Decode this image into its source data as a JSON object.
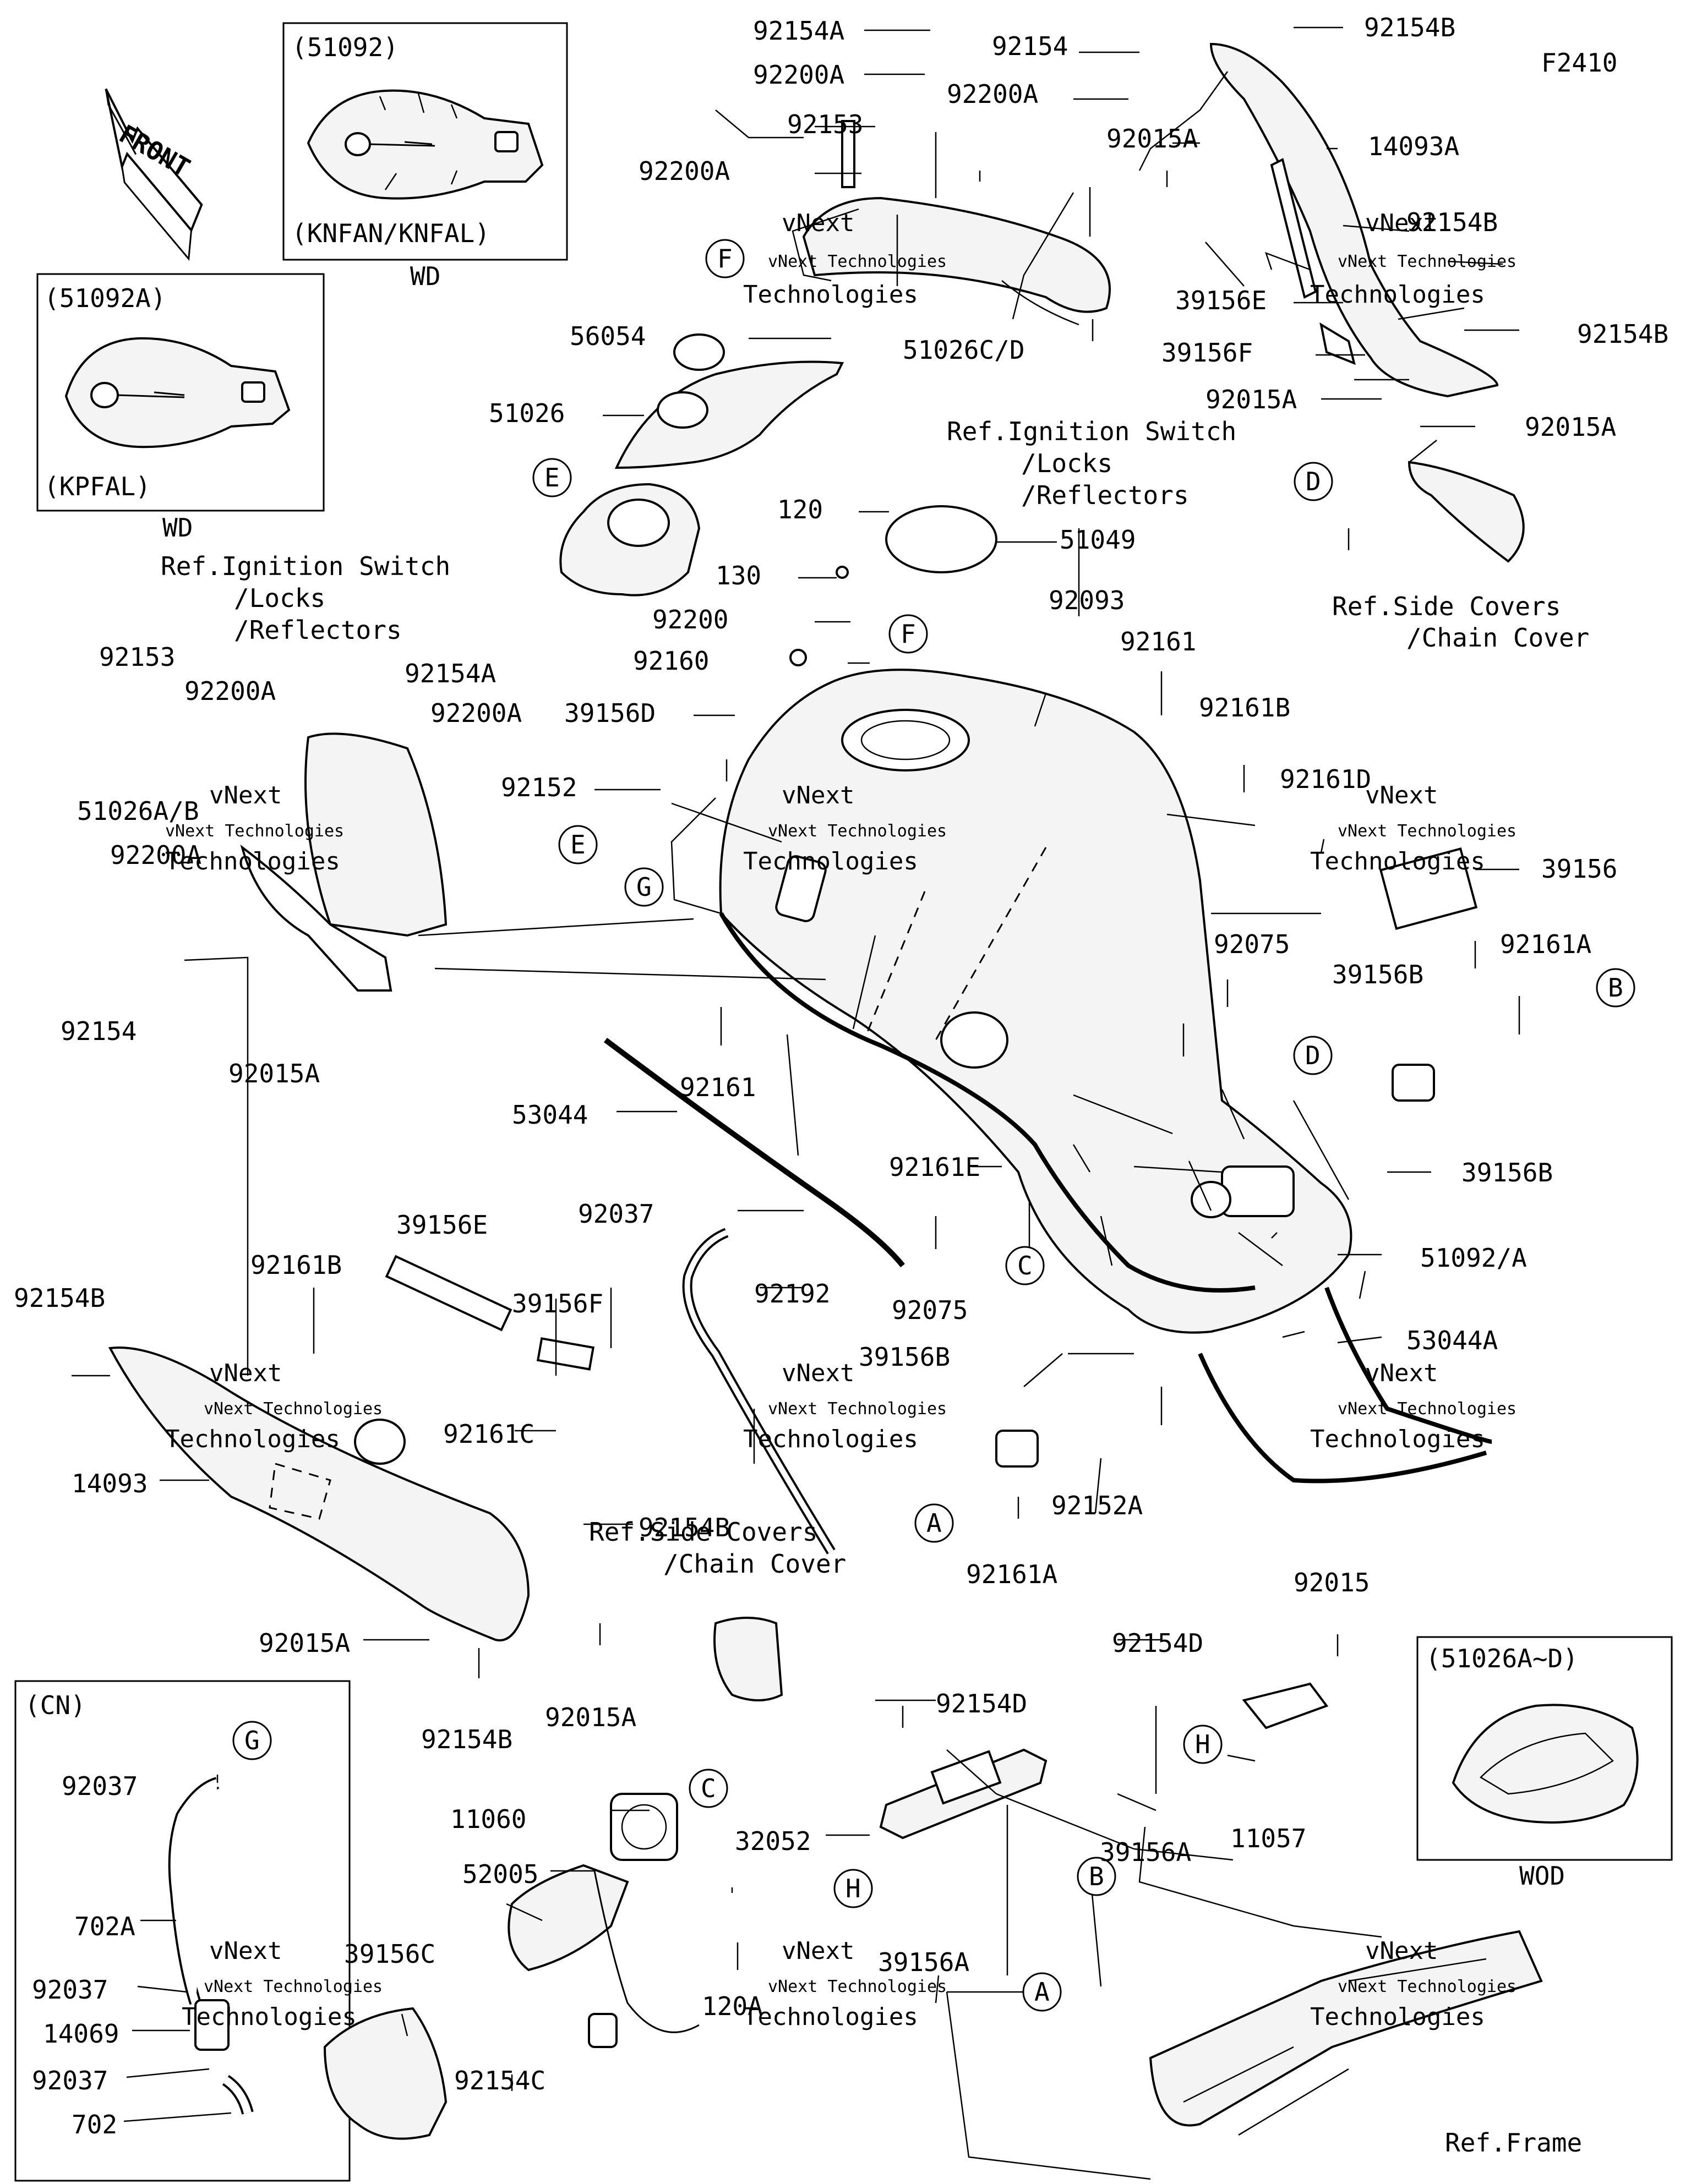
{
  "figure_code": "F2410",
  "front_arrow_text": "FRONT",
  "insets": {
    "tank_51092": {
      "part": "(51092)",
      "models": "(KNFAN/KNFAL)",
      "suffix": "WD"
    },
    "tank_51092a": {
      "part": "(51092A)",
      "models": "(KPFAL)",
      "suffix": "WD"
    },
    "cover_51026": {
      "part": "(51026A~D)",
      "suffix": "WOD"
    },
    "cn": {
      "title": "(CN)"
    }
  },
  "refs": {
    "ignition_top_1": "Ref.Ignition Switch",
    "ignition_top_2": "/Locks",
    "ignition_top_3": "/Reflectors",
    "ignition_left_1": "Ref.Ignition Switch",
    "ignition_left_2": "/Locks",
    "ignition_left_3": "/Reflectors",
    "side_covers_top_1": "Ref.Side Covers",
    "side_covers_top_2": "/Chain Cover",
    "side_covers_mid_1": "Ref.Side Covers",
    "side_covers_mid_2": "/Chain Cover",
    "frame": "Ref.Frame"
  },
  "watermark": {
    "company": "vNext Technologies",
    "line1": "vNext",
    "line2": "Technologies"
  },
  "callout_letters": {
    "a": "A",
    "b": "B",
    "c": "C",
    "d": "D",
    "e": "E",
    "f": "F",
    "g": "G",
    "h": "H"
  },
  "labels": {
    "p92154A_top": "92154A",
    "p92200A_top": "92200A",
    "p92154_top": "92154",
    "p92200A_top2": "92200A",
    "p92154B_top": "92154B",
    "p92153_top": "92153",
    "p92200A_top3": "92200A",
    "p92015A_top": "92015A",
    "p14093A": "14093A",
    "p92154B_r1": "92154B",
    "p51026CD": "51026C/D",
    "p56054": "56054",
    "p39156E_top": "39156E",
    "p92154B_r2": "92154B",
    "p39156F_top": "39156F",
    "p51026": "51026",
    "p92015A_r1": "92015A",
    "p92015A_r2": "92015A",
    "p120": "120",
    "p51049": "51049",
    "p130": "130",
    "p92093": "92093",
    "p92200": "92200",
    "p92160": "92160",
    "p92161_top": "92161",
    "p92153_left": "92153",
    "p92154A_left": "92154A",
    "p92200A_left1": "92200A",
    "p92200A_left2": "92200A",
    "p39156D": "39156D",
    "p92161B_top": "92161B",
    "p92152": "92152",
    "p92161D": "92161D",
    "p51026AB": "51026A/B",
    "p39156": "39156",
    "p92200A_left3": "92200A",
    "p92075_r": "92075",
    "p39156B_r": "39156B",
    "p92161A_r": "92161A",
    "p92154_left": "92154",
    "p92015A_left": "92015A",
    "p92161_mid": "92161",
    "p53044": "53044",
    "p92161E": "92161E",
    "p39156B_r2": "39156B",
    "p92037_mid": "92037",
    "p92075_mid": "92075",
    "p51092A": "51092/A",
    "p92192": "92192",
    "p39156E_mid": "39156E",
    "p92161B_mid": "92161B",
    "p39156F_mid": "39156F",
    "p92154B_left": "92154B",
    "p39156B_mid": "39156B",
    "p53044A": "53044A",
    "p92161C": "92161C",
    "p14093": "14093",
    "p92152A": "92152A",
    "p92154B_mid": "92154B",
    "p92161A_mid": "92161A",
    "p92015": "92015",
    "p92015A_low1": "92015A",
    "p92154B_low": "92154B",
    "p92015A_low2": "92015A",
    "p92154D_1": "92154D",
    "p92154D_2": "92154D",
    "p92037_cn1": "92037",
    "p11060": "11060",
    "p32052": "32052",
    "p39156A_1": "39156A",
    "p11057": "11057",
    "p52005": "52005",
    "p702A": "702A",
    "p39156C": "39156C",
    "p120A": "120A",
    "p39156A_2": "39156A",
    "p92037_cn2": "92037",
    "p14069": "14069",
    "p92154C": "92154C",
    "p92037_cn3": "92037",
    "p702": "702"
  }
}
